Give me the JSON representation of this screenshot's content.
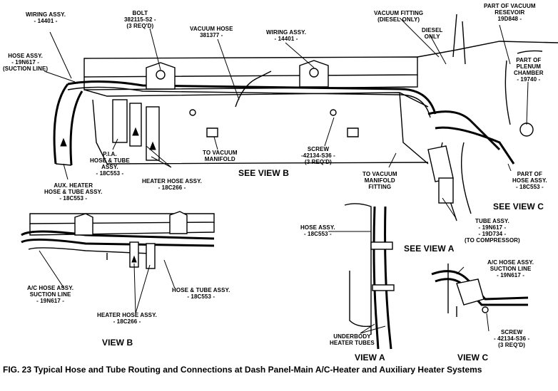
{
  "labels": {
    "wiring_assy_left": [
      "WIRING ASSY.",
      "- 14401 -"
    ],
    "bolt": [
      "BOLT",
      "382115-S2 -",
      "(3 REQ'D)"
    ],
    "vacuum_hose": [
      "VACUUM HOSE",
      "381377 -"
    ],
    "wiring_assy_mid": [
      "WIRING ASSY.",
      "- 14401 -"
    ],
    "vacuum_fitting": [
      "VACUUM FITTING",
      "(DIESEL ONLY)"
    ],
    "diesel_only": [
      "DIESEL",
      "ONLY"
    ],
    "vacuum_reservoir": [
      "PART OF VACUUM",
      "RESEVOIR",
      "19D848 -"
    ],
    "hose_assy_suction": [
      "HOSE ASSY.",
      "- 19N617 -",
      "(SUCTION LINE)"
    ],
    "plenum_chamber": [
      "PART OF",
      "PLENUM",
      "CHAMBER",
      "- 19740 -"
    ],
    "pia_hose_tube": [
      "P.I.A.",
      "HOSE & TUBE",
      "ASSY.",
      "- 18C553 -"
    ],
    "heater_hose_top": [
      "HEATER HOSE ASSY.",
      "- 18C266 -"
    ],
    "to_vacuum_manifold": [
      "TO VACUUM",
      "MANIFOLD"
    ],
    "screw_top": [
      "SCREW",
      "-42134-S36 -",
      "(3 REQ'D)"
    ],
    "to_vacuum_manifold_fitting": [
      "TO VACUUM",
      "MANIFOLD",
      "FITTING"
    ],
    "part_of_hose_assy": [
      "PART OF",
      "HOSE ASSY.",
      "- 18C553 -"
    ],
    "aux_heater": [
      "AUX. HEATER",
      "HOSE & TUBE ASSY.",
      "- 18C553 -"
    ],
    "see_view_b": "SEE VIEW B",
    "see_view_c": "SEE VIEW C",
    "see_view_a": "SEE VIEW A",
    "hose_assy_mid": [
      "HOSE ASSY.",
      "- 18C553 -"
    ],
    "tube_assy": [
      "TUBE ASSY.",
      "- 19N617 -",
      "- 19D734 -",
      "(TO COMPRESSOR)"
    ],
    "ac_hose_left": [
      "A/C HOSE ASSY.",
      "SUCTION LINE",
      "- 19N617 -"
    ],
    "hose_tube_viewb": [
      "HOSE & TUBE ASSY.",
      "- 18C553 -"
    ],
    "heater_hose_viewb": [
      "HEATER HOSE ASSY.",
      "- 18C266 -"
    ],
    "ac_hose_right": [
      "A/C HOSE ASSY.",
      "SUCTION LINE",
      "- 19N617 -"
    ],
    "screw_viewc": [
      "SCREW",
      "- 42134-S36 -",
      "(3 REQ'D)"
    ],
    "underbody": [
      "UNDERBODY",
      "HEATER TUBES"
    ],
    "view_b": "VIEW B",
    "view_a": "VIEW A",
    "view_c": "VIEW C"
  },
  "caption": "FIG. 23 Typical Hose and Tube Routing and Connections at Dash Panel-Main A/C-Heater and Auxiliary Heater Systems"
}
